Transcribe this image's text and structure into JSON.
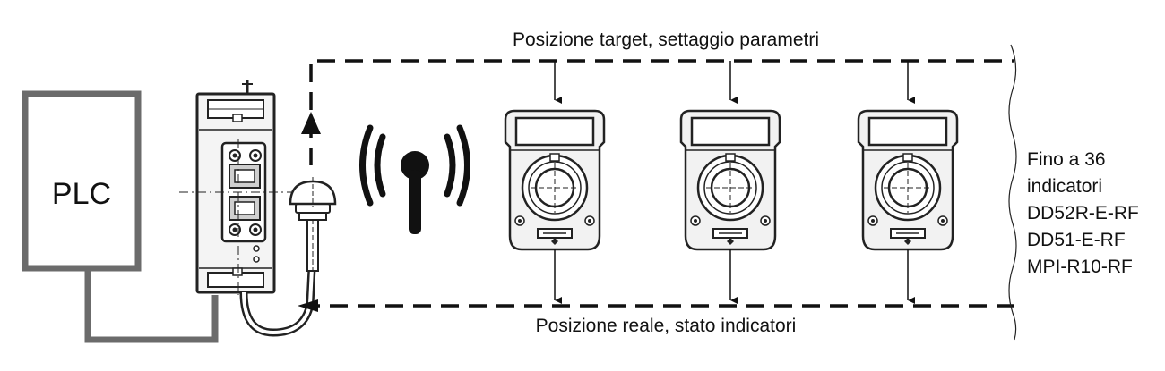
{
  "diagram": {
    "top_label": "Posizione target, settaggio parametri",
    "bottom_label": "Posizione reale, stato indicatori",
    "plc_label": "PLC",
    "side_note": [
      "Fino a 36",
      "indicatori",
      "DD52R-E-RF",
      "DD51-E-RF",
      "MPI-R10-RF"
    ]
  },
  "icons": {
    "wireless": "wireless-signal-icon",
    "antenna": "antenna-icon",
    "gateway": "rf-gateway-module-icon",
    "indicator": "position-indicator-icon"
  }
}
